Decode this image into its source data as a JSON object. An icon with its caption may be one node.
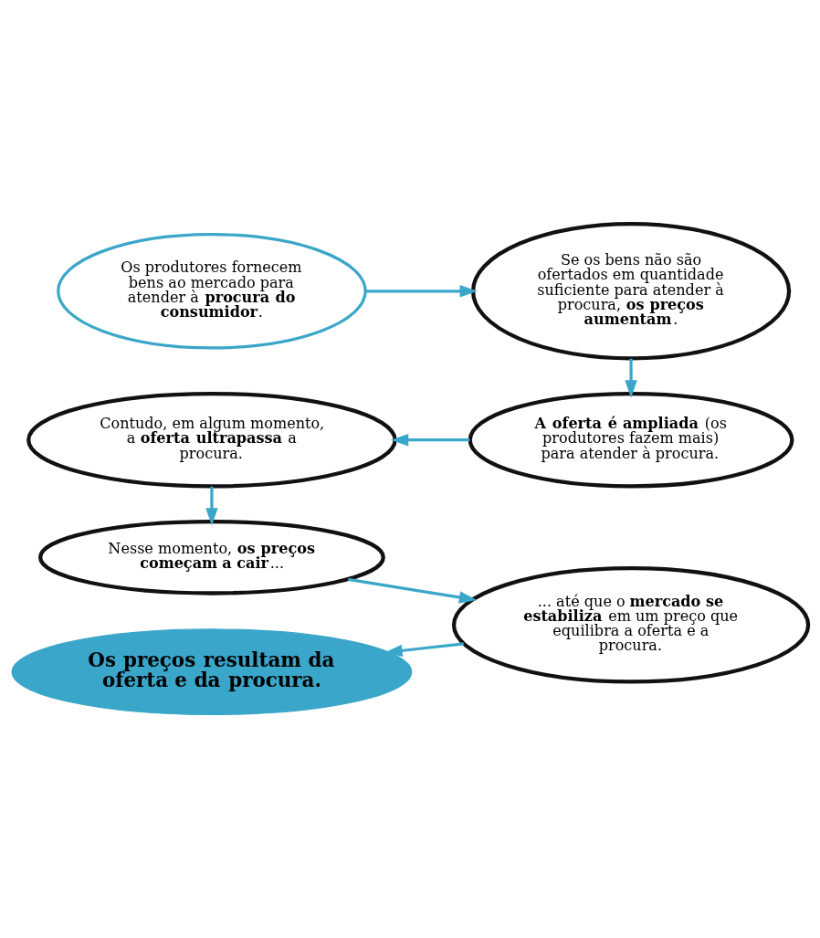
{
  "diagram": {
    "nodes": [
      {
        "text": [
          "Os produtores fornecem bens ao mercado para atender à **procura do consumidor**."
        ]
      },
      {
        "text": [
          "Se os bens não são ofertados em quantidade suficiente para atender à procura, **os preços aumentam**."
        ]
      },
      {
        "text": [
          "Contudo, em algum momento, a **oferta ultrapassa** a procura."
        ]
      },
      {
        "text": [
          "**A oferta é ampliada** (os produtores fazem mais) para atender à procura."
        ]
      },
      {
        "text": [
          "Nesse momento, **os preços começam a cair**..."
        ]
      },
      {
        "text": [
          "... até que o **mercado se estabiliza** em um preço que equilibra a oferta e a procura."
        ]
      },
      {
        "text": [
          "Os preços resultam da oferta e da procura."
        ]
      }
    ],
    "edges": [
      {
        "from": 0,
        "to": 1,
        "arrow": "to"
      },
      {
        "from": 1,
        "to": 3,
        "arrow": "to"
      },
      {
        "from": 3,
        "to": 2,
        "arrow": "to"
      },
      {
        "from": 2,
        "to": 4,
        "arrow": "to"
      },
      {
        "from": 4,
        "to": 5,
        "arrow": "to"
      },
      {
        "from": 5,
        "to": 6,
        "arrow": "to"
      }
    ]
  }
}
